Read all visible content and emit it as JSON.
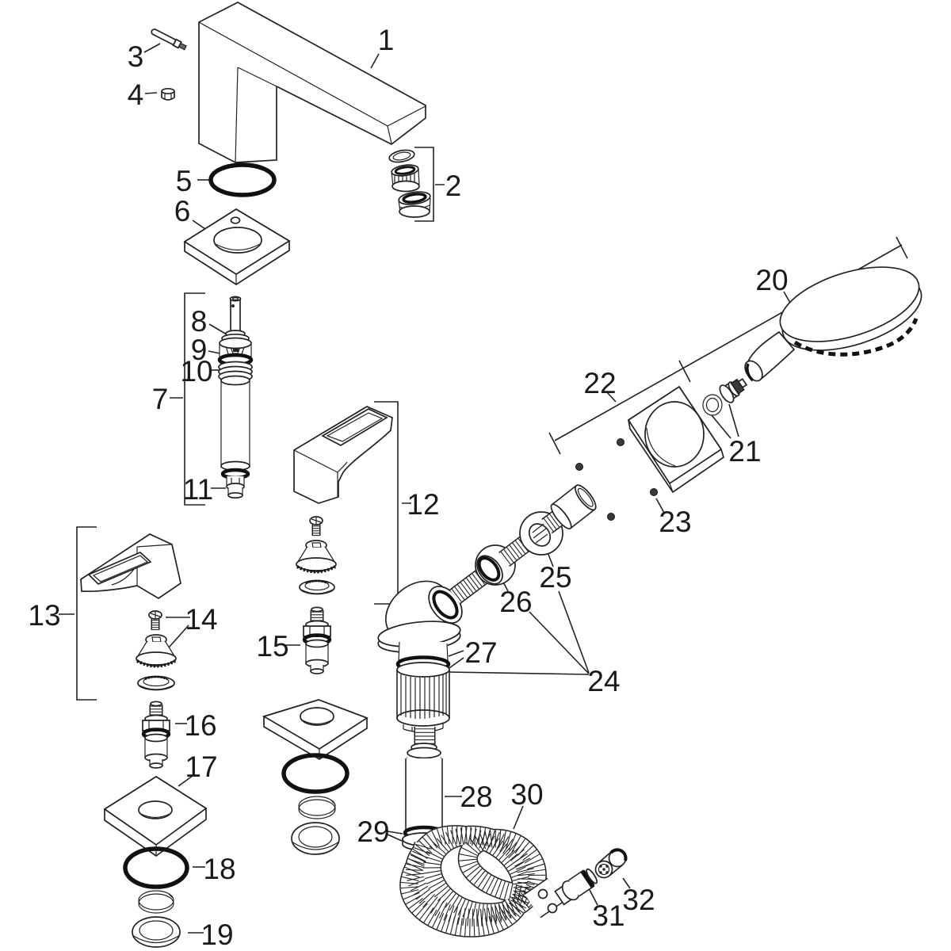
{
  "colors": {
    "background": "#ffffff",
    "line": "#222222",
    "accent_dark": "#111111"
  },
  "parts": [
    {
      "number": "1"
    },
    {
      "number": "2"
    },
    {
      "number": "3"
    },
    {
      "number": "4"
    },
    {
      "number": "5"
    },
    {
      "number": "6"
    },
    {
      "number": "7"
    },
    {
      "number": "8"
    },
    {
      "number": "9"
    },
    {
      "number": "10"
    },
    {
      "number": "11"
    },
    {
      "number": "12"
    },
    {
      "number": "13"
    },
    {
      "number": "14"
    },
    {
      "number": "15"
    },
    {
      "number": "16"
    },
    {
      "number": "17"
    },
    {
      "number": "18"
    },
    {
      "number": "19"
    },
    {
      "number": "20"
    },
    {
      "number": "21"
    },
    {
      "number": "22"
    },
    {
      "number": "23"
    },
    {
      "number": "24"
    },
    {
      "number": "25"
    },
    {
      "number": "26"
    },
    {
      "number": "27"
    },
    {
      "number": "28"
    },
    {
      "number": "29"
    },
    {
      "number": "30"
    },
    {
      "number": "31"
    },
    {
      "number": "32"
    }
  ]
}
